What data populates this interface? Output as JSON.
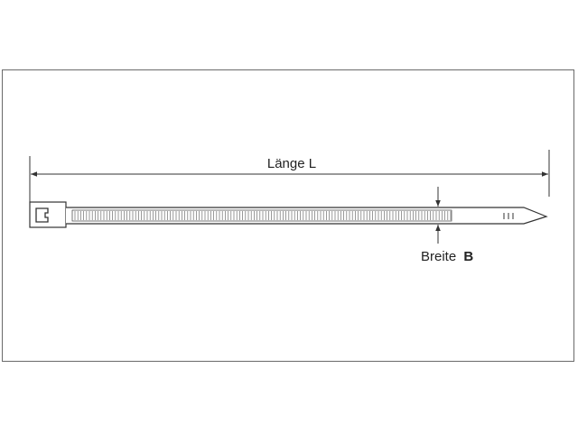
{
  "diagram": {
    "length_label": "Länge L",
    "width_label_prefix": "Breite",
    "width_label_symbol": "B"
  },
  "colors": {
    "line": "#333333",
    "teeth": "#6f6f6f",
    "frame": "#6a6a6a"
  }
}
